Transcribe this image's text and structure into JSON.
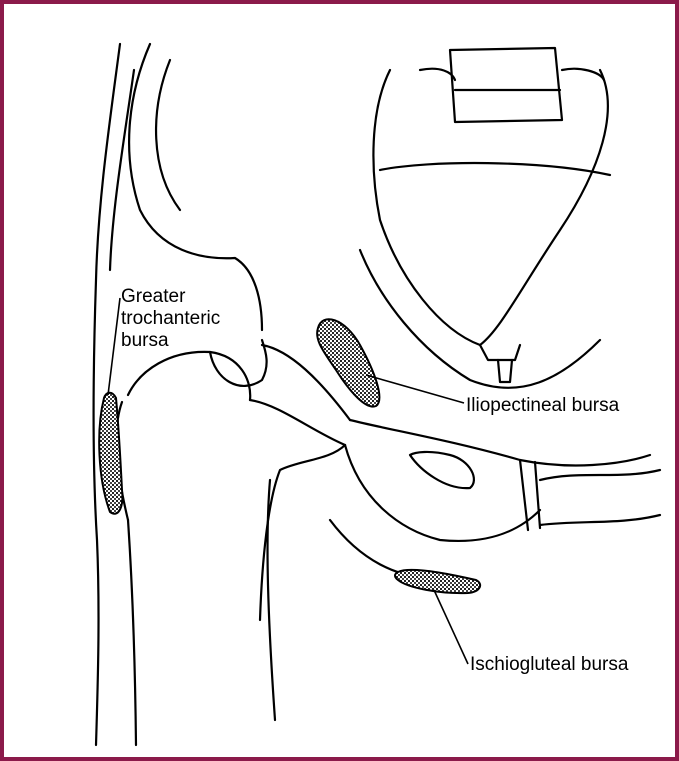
{
  "colors": {
    "frame": "#8b1a4a",
    "line": "#000000",
    "bursa_fill": "#555555"
  },
  "labels": {
    "greater_trochanteric": [
      "Greater",
      "trochanteric",
      "bursa"
    ],
    "iliopectineal": "Iliopectineal bursa",
    "ischiogluteal": "Ischiogluteal bursa"
  }
}
